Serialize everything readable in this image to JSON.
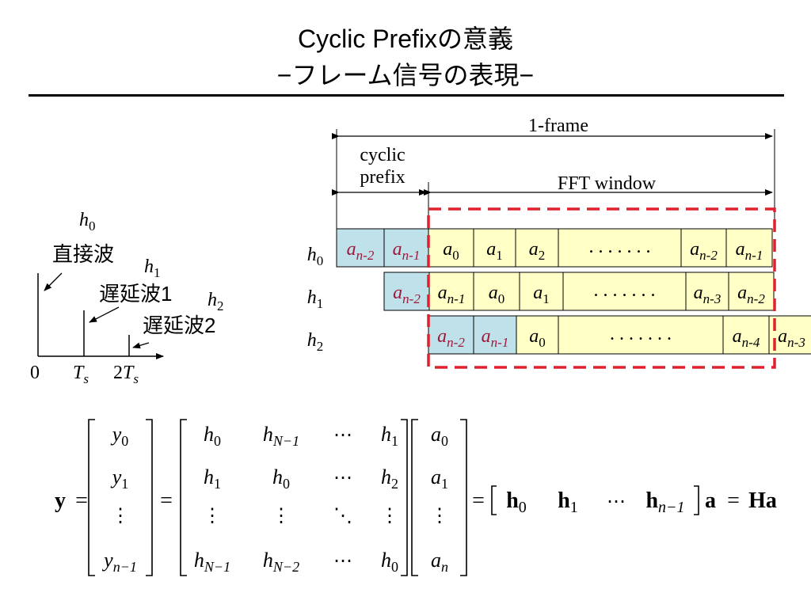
{
  "title": {
    "line1": "Cyclic Prefixの意義",
    "line2": "−フレーム信号の表現−"
  },
  "colors": {
    "cp_fill": "#bfe1ea",
    "data_fill": "#ffffc6",
    "window": "#e0202e",
    "sub_red": "#a0183c"
  },
  "channel": {
    "labels": {
      "h0_top": "h",
      "h0_top_sub": "0",
      "direct": "直接波",
      "h1": "h",
      "h1_sub": "1",
      "delay1": "遅延波1",
      "h2": "h",
      "h2_sub": "2",
      "delay2": "遅延波2"
    },
    "axis": {
      "zero": "0",
      "ts": "T",
      "ts_sub": "s",
      "two_ts_pre": "2",
      "two_ts": "T",
      "two_ts_sub": "s"
    }
  },
  "frame": {
    "one_frame": "1-frame",
    "cyclic_prefix_1": "cyclic",
    "cyclic_prefix_2": "prefix",
    "fft_window": "FFT window",
    "dots": ". . . . . . .",
    "rows": [
      {
        "label": "h",
        "label_sub": "0",
        "cells": [
          [
            "a",
            "n-2",
            "cp"
          ],
          [
            "a",
            "n-1",
            "cp"
          ],
          [
            "a",
            "0",
            "d"
          ],
          [
            "a",
            "1",
            "d"
          ],
          [
            "a",
            "2",
            "d"
          ],
          [
            "dots",
            "",
            "d"
          ],
          [
            "a",
            "n-2",
            "d"
          ],
          [
            "a",
            "n-1",
            "d"
          ]
        ]
      },
      {
        "label": "h",
        "label_sub": "1",
        "cells": [
          [
            "a",
            "n-2",
            "cp"
          ],
          [
            "a",
            "n-1",
            "d"
          ],
          [
            "a",
            "0",
            "d"
          ],
          [
            "a",
            "1",
            "d"
          ],
          [
            "dots",
            "",
            "d"
          ],
          [
            "a",
            "n-3",
            "d"
          ],
          [
            "a",
            "n-2",
            "d"
          ]
        ]
      },
      {
        "label": "h",
        "label_sub": "2",
        "cells": [
          [
            "a",
            "n-2",
            "cp"
          ],
          [
            "a",
            "n-1",
            "cp"
          ],
          [
            "a",
            "0",
            "d"
          ],
          [
            "dots",
            "",
            "d"
          ],
          [
            "a",
            "n-4",
            "d"
          ],
          [
            "a",
            "n-3",
            "d"
          ]
        ]
      }
    ]
  },
  "equation": {
    "lhs": "y",
    "eq": "=",
    "y_vec": [
      [
        "y",
        "0"
      ],
      [
        "y",
        "1"
      ],
      [
        "⋮",
        ""
      ],
      [
        "y",
        "n−1"
      ]
    ],
    "h_mat": [
      [
        [
          "h",
          "0"
        ],
        [
          "h",
          "N−1"
        ],
        [
          "⋯",
          ""
        ],
        [
          "h",
          "1"
        ]
      ],
      [
        [
          "h",
          "1"
        ],
        [
          "h",
          "0"
        ],
        [
          "⋯",
          ""
        ],
        [
          "h",
          "2"
        ]
      ],
      [
        [
          "⋮",
          ""
        ],
        [
          "⋮",
          ""
        ],
        [
          "⋱",
          ""
        ],
        [
          "⋮",
          ""
        ]
      ],
      [
        [
          "h",
          "N−1"
        ],
        [
          "h",
          "N−2"
        ],
        [
          "⋯",
          ""
        ],
        [
          "h",
          "0"
        ]
      ]
    ],
    "a_vec": [
      [
        "a",
        "0"
      ],
      [
        "a",
        "1"
      ],
      [
        "⋮",
        ""
      ],
      [
        "a",
        "n"
      ]
    ],
    "row_vec": [
      [
        "h",
        "0"
      ],
      [
        "h",
        "1"
      ],
      [
        "⋯",
        ""
      ],
      [
        "h",
        "n−1"
      ]
    ],
    "rhs_a": "a",
    "rhs_eq": "=",
    "rhs": "Ha"
  }
}
